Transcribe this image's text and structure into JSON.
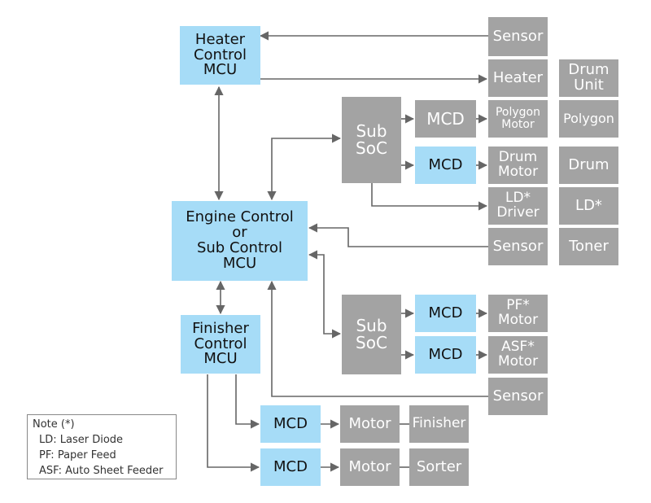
{
  "blocks": {
    "heater_mcu": "Heater\nControl\nMCU",
    "engine_mcu": "Engine Control\nor\nSub Control\nMCU",
    "finisher_mcu": "Finisher\nControl\nMCU",
    "sub_soc_1": "Sub\nSoC",
    "sub_soc_2": "Sub\nSoC",
    "mcd_1": "MCD",
    "mcd_2": "MCD",
    "mcd_3": "MCD",
    "mcd_4": "MCD",
    "mcd_5": "MCD",
    "mcd_6": "MCD",
    "sensor_1": "Sensor",
    "heater": "Heater",
    "drum_unit": "Drum\nUnit",
    "polygon_motor": "Polygon\nMotor",
    "polygon": "Polygon",
    "drum_motor": "Drum\nMotor",
    "drum": "Drum",
    "ld_driver": "LD*\nDriver",
    "ld": "LD*",
    "sensor_2": "Sensor",
    "toner": "Toner",
    "pf_motor": "PF*\nMotor",
    "asf_motor": "ASF*\nMotor",
    "sensor_3": "Sensor",
    "motor_1": "Motor",
    "finisher": "Finisher",
    "motor_2": "Motor",
    "sorter": "Sorter"
  },
  "note": {
    "title": "Note (*)",
    "lines": [
      "LD: Laser Diode",
      "PF: Paper Feed",
      "ASF: Auto Sheet Feeder"
    ]
  },
  "colors": {
    "controller_blue": "#a6dcf7",
    "block_gray": "#a3a3a3",
    "wire": "#666666"
  }
}
